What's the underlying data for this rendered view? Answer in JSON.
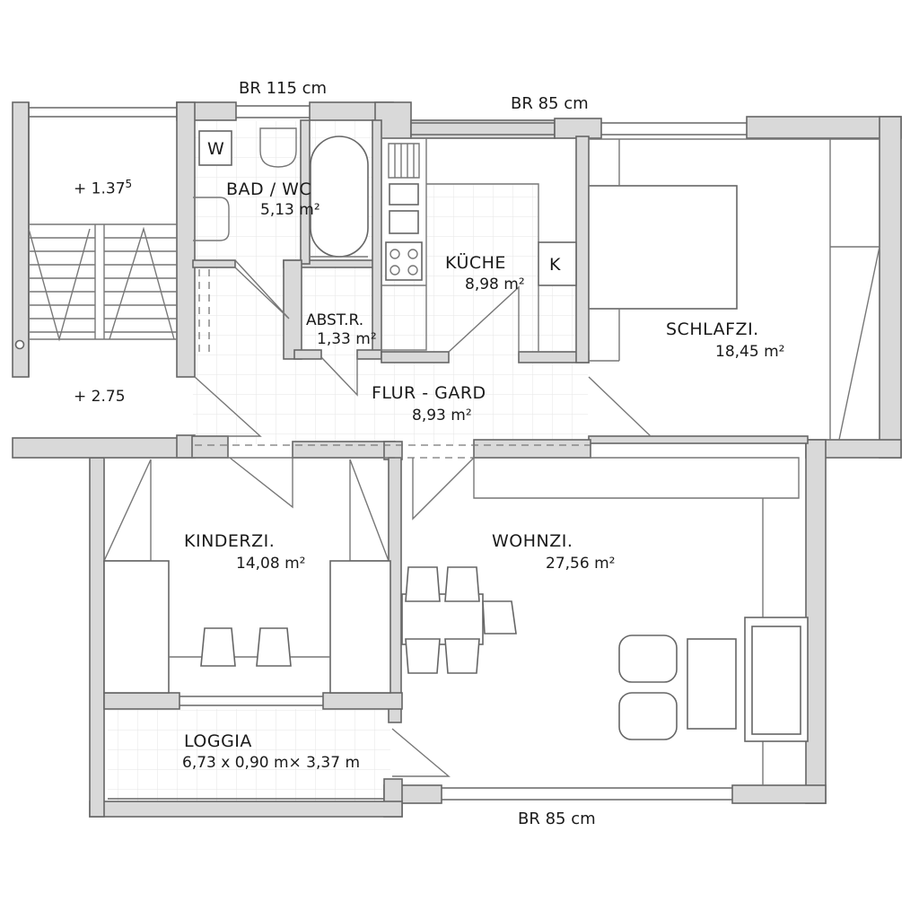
{
  "dimensions": {
    "top_left": "BR 115 cm",
    "top_right": "BR 85 cm",
    "bottom": "BR 85 cm"
  },
  "stair": {
    "level_top": "1.37",
    "level_top_sup": "5",
    "level_bottom": "2.75"
  },
  "rooms": {
    "bad": {
      "name": "BAD / WC",
      "area": "5,13",
      "unit": "m²"
    },
    "kueche": {
      "name": "KÜCHE",
      "area": "8,98",
      "unit": "m²"
    },
    "abst": {
      "name": "ABST.R.",
      "area": "1,33",
      "unit": "m²"
    },
    "schlaf": {
      "name": "SCHLAFZI.",
      "area": "18,45",
      "unit": "m²"
    },
    "flur": {
      "name": "FLUR - GARD",
      "area": "8,93",
      "unit": "m²"
    },
    "kinder": {
      "name": "KINDERZI.",
      "area": "14,08",
      "unit": "m²"
    },
    "wohn": {
      "name": "WOHNZI.",
      "area": "27,56",
      "unit": "m²"
    },
    "loggia": {
      "name": "LOGGIA",
      "measure": "6,73 x 0,90 m× 3,37 m"
    }
  },
  "fixtures": {
    "washer": "W",
    "fridge": "K"
  }
}
